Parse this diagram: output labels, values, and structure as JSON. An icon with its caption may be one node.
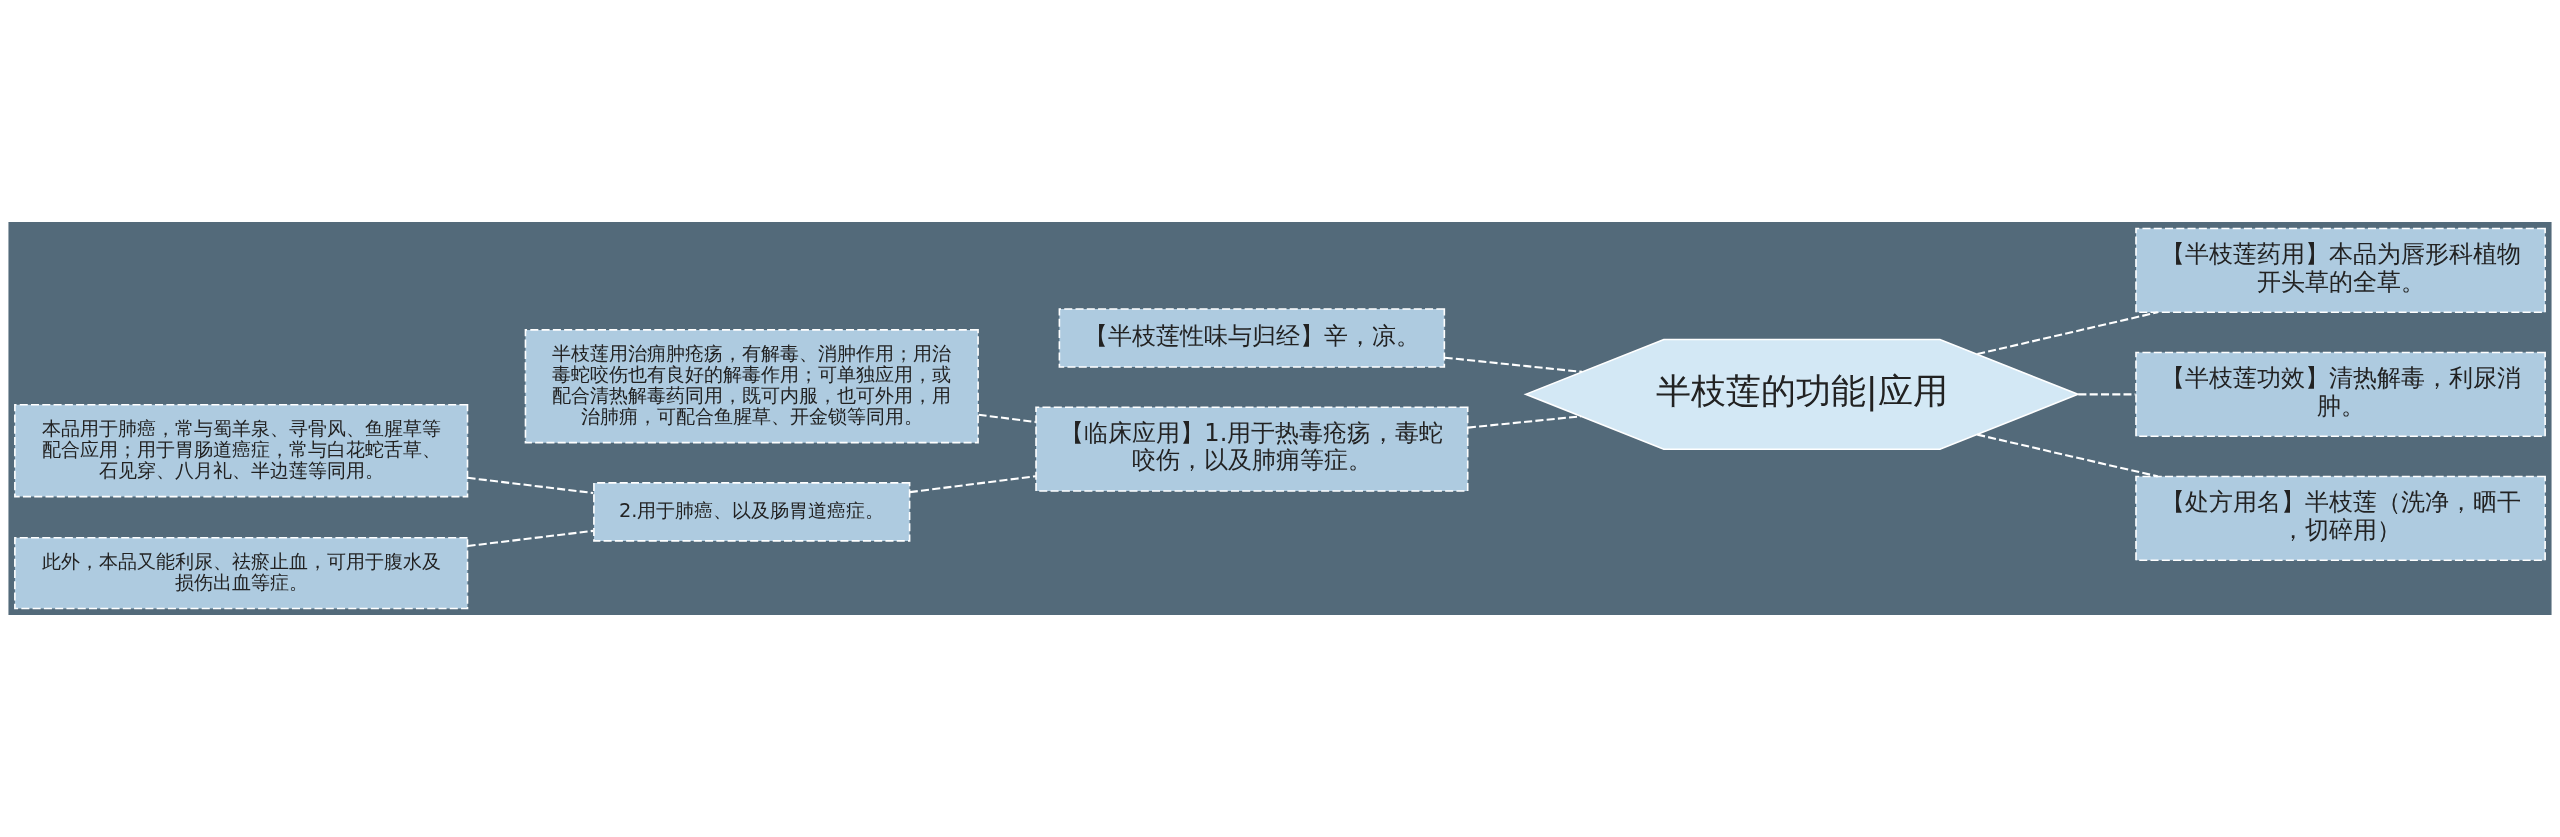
{
  "diagram": {
    "nodes": [
      {
        "text": [
          "半枝莲的功能|应用"
        ]
      },
      {
        "text": [
          "【半枝莲性味与归经】辛，凉。"
        ]
      },
      {
        "text": [
          "【临床应用】1.用于热毒疮疡，毒蛇咬伤，以及肺痈等症。"
        ]
      },
      {
        "text": [
          "半枝莲用治痈肿疮疡，有解毒、消肿作用；用治毒蛇咬伤也有良好的解毒作用；可单独应用，或配合清热解毒药同用，既可内服，也可外用，用治肺痈，可配合鱼腥草、开金锁等同用。"
        ]
      },
      {
        "text": [
          "2.用于肺癌、以及肠胃道癌症。"
        ]
      },
      {
        "text": [
          "本品用于肺癌，常与蜀羊泉、寻骨风、鱼腥草等配合应用；用于胃肠道癌症，常与白花蛇舌草、石见穿、八月礼、半边莲等同用。"
        ]
      },
      {
        "text": [
          "此外，本品又能利尿、祛瘀止血，可用于腹水及损伤出血等症。"
        ]
      },
      {
        "text": [
          "【半枝莲药用】本品为唇形科植物开头草的全草。"
        ]
      },
      {
        "text": [
          "【半枝莲功效】清热解毒，利尿消肿。"
        ]
      },
      {
        "text": [
          "【处方用名】半枝莲（洗净，晒干，切碎用）"
        ]
      }
    ],
    "edges": [
      {
        "from": 0,
        "to": 1,
        "arrow": "none",
        "style": "dashed"
      },
      {
        "from": 0,
        "to": 2,
        "arrow": "none",
        "style": "dashed"
      },
      {
        "from": 2,
        "to": 3,
        "arrow": "none",
        "style": "dashed"
      },
      {
        "from": 2,
        "to": 4,
        "arrow": "none",
        "style": "dashed"
      },
      {
        "from": 4,
        "to": 5,
        "arrow": "none",
        "style": "dashed"
      },
      {
        "from": 4,
        "to": 6,
        "arrow": "none",
        "style": "dashed"
      },
      {
        "from": 0,
        "to": 7,
        "arrow": "none",
        "style": "dashed"
      },
      {
        "from": 0,
        "to": 8,
        "arrow": "none",
        "style": "dashed"
      },
      {
        "from": 0,
        "to": 9,
        "arrow": "none",
        "style": "dashed"
      }
    ]
  }
}
